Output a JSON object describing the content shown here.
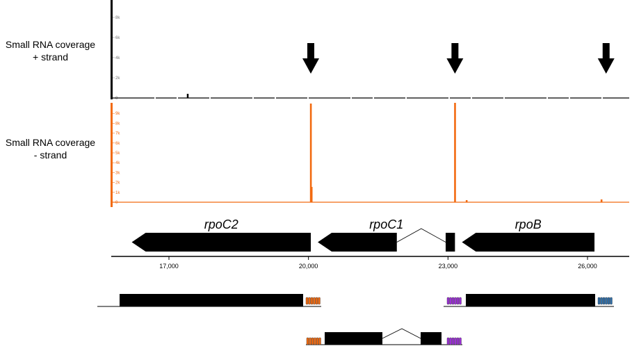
{
  "tracks": {
    "plus": {
      "label_line1": "Small RNA coverage",
      "label_line2": "+ strand",
      "color": "#000000",
      "ticks": [
        "0",
        "2k",
        "4k",
        "6k",
        "8k"
      ],
      "peaks_at_coordinate": [
        17400
      ],
      "arrows_at_coordinate": [
        20050,
        23150,
        26400
      ]
    },
    "minus": {
      "label_line1": "Small RNA coverage",
      "label_line2": "- strand",
      "color": "#f26a10",
      "ticks": [
        "0",
        "1k",
        "2k",
        "3k",
        "4k",
        "5k",
        "6k",
        "7k",
        "8k",
        "9k"
      ],
      "peaks_at_coordinate": [
        20050,
        23150,
        23400,
        26300
      ]
    }
  },
  "genes": [
    {
      "name": "rpoC2",
      "start": 16200,
      "end": 20050,
      "strand": "-"
    },
    {
      "name": "rpoC1",
      "start": 20200,
      "end": 23150,
      "strand": "-",
      "intron": [
        21900,
        22950
      ]
    },
    {
      "name": "rpoB",
      "start": 23300,
      "end": 26150,
      "strand": "-"
    }
  ],
  "axis": {
    "ticks": [
      {
        "value": 17000,
        "label": "17,000"
      },
      {
        "value": 20000,
        "label": "20,000"
      },
      {
        "value": 23000,
        "label": "23,000"
      },
      {
        "value": 26000,
        "label": "26,000"
      }
    ]
  },
  "colors": {
    "black": "#000000",
    "orange": "#f26a10",
    "purple": "#9b2fd6",
    "blue": "#2f6ea8"
  }
}
